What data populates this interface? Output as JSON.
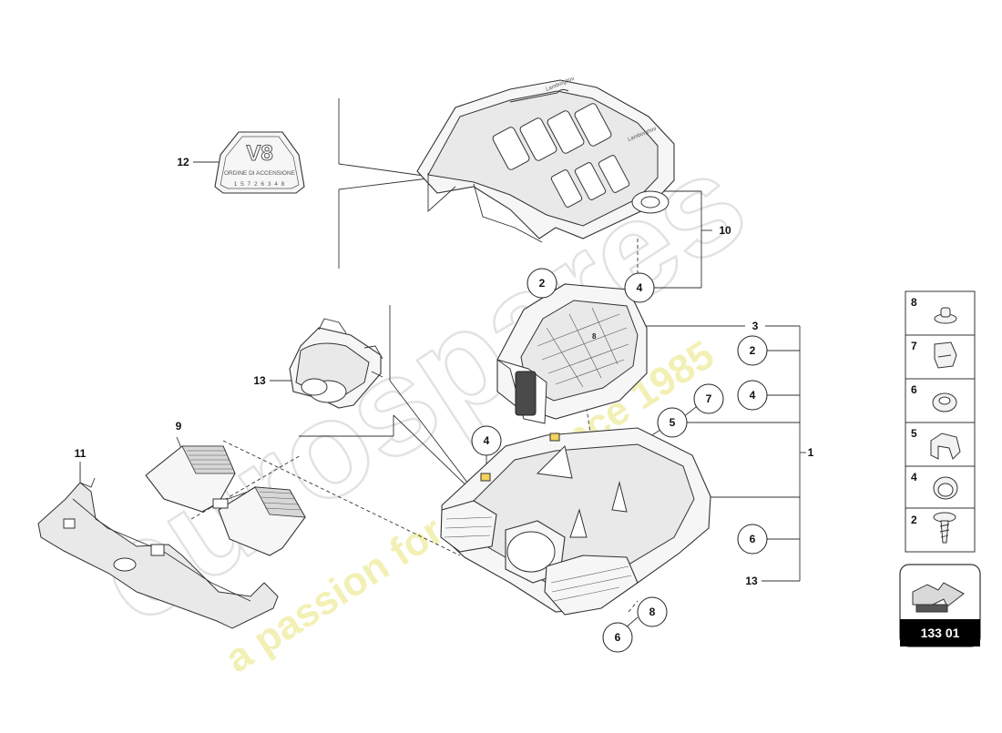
{
  "watermark": {
    "brand": "eurospares",
    "tagline": "a passion for parts since 1985"
  },
  "badge": {
    "title": "V8",
    "line1": "ORDINE DI ACCENSIONE",
    "line2": "1 5 7 2 6 3 4 8"
  },
  "callouts": {
    "c1": "1",
    "c2a": "2",
    "c2b": "2",
    "c3": "3",
    "c4a": "4",
    "c4b": "4",
    "c4c": "4",
    "c5": "5",
    "c6a": "6",
    "c6b": "6",
    "c7": "7",
    "c8a": "8",
    "c8b": "8",
    "c9": "9",
    "c10": "10",
    "c11": "11",
    "c12": "12",
    "c13a": "13",
    "c13b": "13"
  },
  "legend": {
    "items": [
      {
        "number": "8",
        "icon": "push-clip-icon"
      },
      {
        "number": "7",
        "icon": "bracket-clip-icon"
      },
      {
        "number": "6",
        "icon": "grommet-icon"
      },
      {
        "number": "5",
        "icon": "retainer-clip-icon"
      },
      {
        "number": "4",
        "icon": "bushing-icon"
      },
      {
        "number": "2",
        "icon": "screw-icon"
      }
    ]
  },
  "page_ref": {
    "number": "133 01",
    "icon": "arrow-page-icon"
  }
}
